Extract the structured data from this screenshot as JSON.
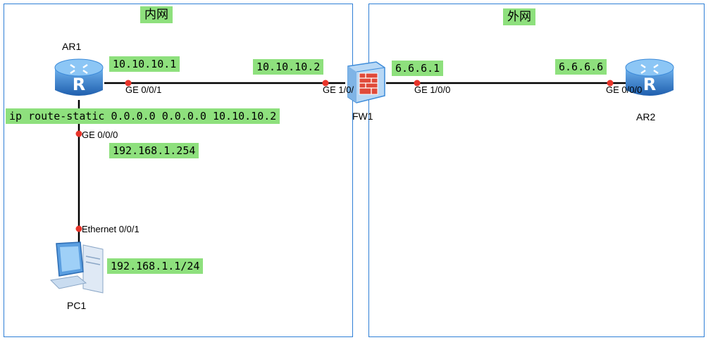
{
  "zones": {
    "inner": {
      "title": "内网"
    },
    "outer": {
      "title": "外网"
    }
  },
  "devices": {
    "ar1": {
      "name": "AR1",
      "icon": "router-icon"
    },
    "fw1": {
      "name": "FW1",
      "icon": "firewall-icon"
    },
    "ar2": {
      "name": "AR2",
      "icon": "router-icon"
    },
    "pc1": {
      "name": "PC1",
      "icon": "pc-icon"
    }
  },
  "ports": {
    "ar1_ge001": "GE 0/0/1",
    "ar1_ge000": "GE 0/0/0",
    "fw1_ge100_left": "GE 1/0/",
    "fw1_ge100_right": "GE 1/0/0",
    "ar2_ge000": "GE 0/0/0",
    "pc1_eth": "Ethernet 0/0/1"
  },
  "addresses": {
    "ar1_ge001": "10.10.10.1",
    "fw1_inner": "10.10.10.2",
    "fw1_outer": "6.6.6.1",
    "ar2": "6.6.6.6",
    "ar1_ge000": "192.168.1.254",
    "pc1": "192.168.1.1/24"
  },
  "annotations": {
    "static_route": "ip route-static 0.0.0.0 0.0.0.0 10.10.10.2"
  },
  "colors": {
    "highlight": "#8ee07d",
    "zone_border": "#2f7fd6",
    "link": "#000000",
    "port_dot": "#e8352b",
    "device_blue": "#3d8bd9"
  }
}
